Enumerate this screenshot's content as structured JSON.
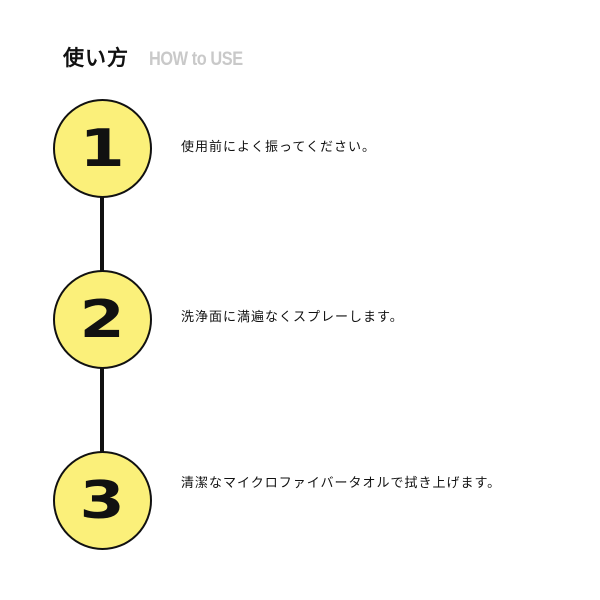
{
  "header": {
    "title_ja": "使い方",
    "title_en": "HOW to USE"
  },
  "steps": [
    {
      "number": "1",
      "text": "使用前によく振ってください。"
    },
    {
      "number": "2",
      "text": "洗浄面に満遍なくスプレーします。"
    },
    {
      "number": "3",
      "text": "清潔なマイクロファイバータオルで拭き上げます。"
    }
  ],
  "colors": {
    "circle_fill": "#fbf07a",
    "outline": "#111111",
    "subtitle": "#c9c9c9"
  }
}
